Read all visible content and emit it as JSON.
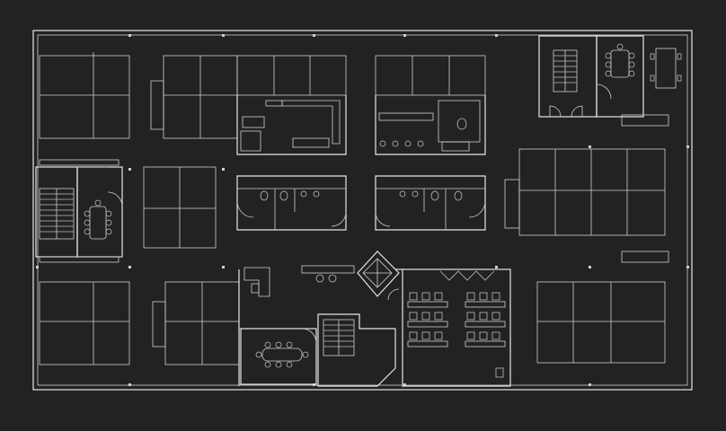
{
  "drawing": {
    "kind": "architectural-floor-plan",
    "style": "white line drawing on dark background",
    "colors": {
      "background": "#222222",
      "line": "#e6e6e6",
      "detail": "#bdbdbd"
    }
  },
  "rooms": [
    {
      "id": "conference-top-right",
      "label": ""
    },
    {
      "id": "conference-left",
      "label": ""
    },
    {
      "id": "conference-bottom-center",
      "label": ""
    },
    {
      "id": "classroom-bottom-center",
      "label": ""
    },
    {
      "id": "kitchen-top-center",
      "label": ""
    },
    {
      "id": "restrooms-left",
      "label": ""
    },
    {
      "id": "restrooms-right",
      "label": ""
    },
    {
      "id": "stair-top-right",
      "label": ""
    },
    {
      "id": "stair-left",
      "label": ""
    },
    {
      "id": "stair-center",
      "label": ""
    }
  ],
  "workstation_pods": [
    {
      "id": "pod-top-left",
      "cols": 2,
      "rows": 2
    },
    {
      "id": "pod-top-center-left",
      "cols": 2,
      "rows": 2
    },
    {
      "id": "pod-top-center",
      "cols": 3,
      "rows": 1
    },
    {
      "id": "pod-top-kitchen-right",
      "cols": 3,
      "rows": 1
    },
    {
      "id": "pod-mid-left",
      "cols": 2,
      "rows": 2
    },
    {
      "id": "pod-mid-right",
      "cols": 4,
      "rows": 2
    },
    {
      "id": "pod-bottom-left",
      "cols": 2,
      "rows": 2
    },
    {
      "id": "pod-bottom-center-left",
      "cols": 2,
      "rows": 2
    },
    {
      "id": "pod-bottom-right",
      "cols": 3,
      "rows": 2
    }
  ]
}
